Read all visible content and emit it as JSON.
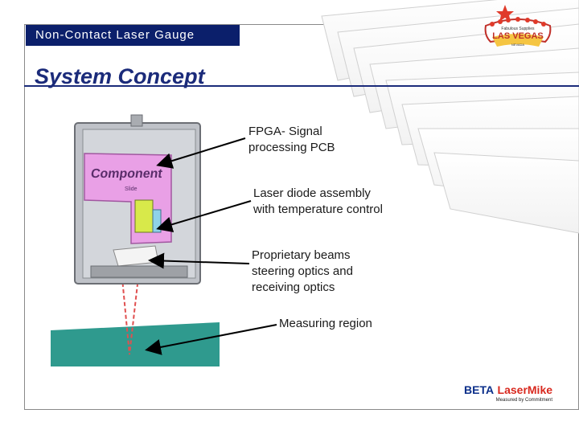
{
  "header": {
    "text": "Non-Contact Laser Gauge"
  },
  "title": "System Concept",
  "callouts": [
    {
      "lines": [
        "FPGA- Signal",
        "processing PCB"
      ]
    },
    {
      "lines": [
        "Laser diode assembly",
        "with temperature control"
      ]
    },
    {
      "lines": [
        "Proprietary beams",
        "steering optics and",
        "receiving optics"
      ]
    },
    {
      "lines": [
        "Measuring region"
      ]
    }
  ],
  "illustration": {
    "component_label": "Component",
    "component_sub": "Slide"
  },
  "logos": {
    "vegas": {
      "main": "LAS VEGAS",
      "top": "Fabulous Supplies",
      "bottom": "NEVADA"
    },
    "beta": {
      "brand_a": "BETA",
      "brand_b": "LaserMike",
      "tagline": "Measured by Commitment"
    }
  },
  "colors": {
    "header_bg": "#0b1f6b",
    "title": "#1b2b7a",
    "pcb": "#e9a0e6",
    "ground": "#2f9a8e",
    "laser": "#e05050"
  }
}
